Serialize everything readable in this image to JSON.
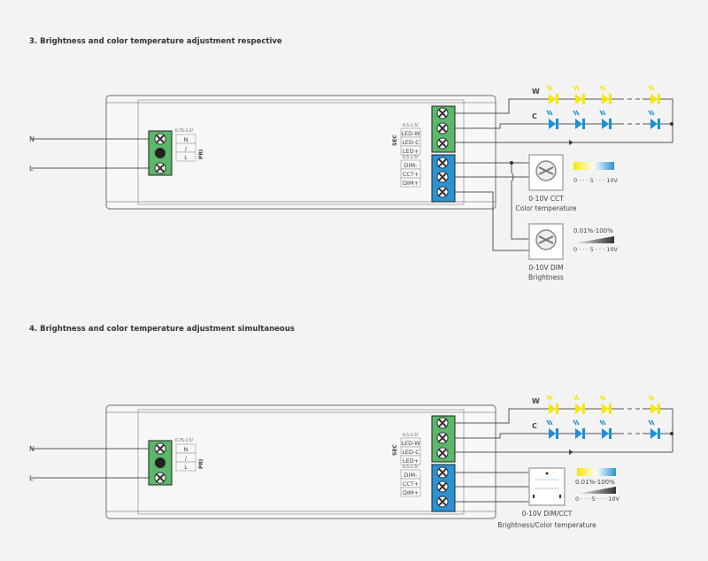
{
  "sections": [
    {
      "title": "3. Brightness and color temperature adjustment respective",
      "input": {
        "n": "N",
        "l": "L",
        "wire_gauge": "0.75-1.5²",
        "terminals": [
          "N",
          "/",
          "L"
        ],
        "side_label": "PRI"
      },
      "output": {
        "led_gauge": "0.5-1.5²",
        "led_terminals": [
          "LED-W",
          "LED-C",
          "LED+"
        ],
        "side_label": "SEC",
        "dim_gauge": "0.5-1.5²",
        "dim_terminals": [
          "DIM-",
          "CCT+",
          "DIM+"
        ]
      },
      "leds": {
        "w_label": "W",
        "c_label": "C"
      },
      "controllers": [
        {
          "scale_top": "",
          "scale": "0 · · · 5 · · · 10V",
          "bar": "cct",
          "name": "0-10V CCT",
          "caption": "Color temperature"
        },
        {
          "scale_top": "0.01%-100%",
          "scale": "0 · · · 5 · · · 10V",
          "bar": "dim",
          "name": "0-10V DIM",
          "caption": "Brightness"
        }
      ]
    },
    {
      "title": "4. Brightness and color temperature adjustment simultaneous",
      "input": {
        "n": "N",
        "l": "L",
        "wire_gauge": "0.75-1.5²",
        "terminals": [
          "N",
          "/",
          "L"
        ],
        "side_label": "PRI"
      },
      "output": {
        "led_gauge": "0.5-1.5²",
        "led_terminals": [
          "LED-W",
          "LED-C",
          "LED+"
        ],
        "side_label": "SEC",
        "dim_gauge": "0.5-1.5²",
        "dim_terminals": [
          "DIM-",
          "CCT+",
          "DIM+"
        ]
      },
      "leds": {
        "w_label": "W",
        "c_label": "C"
      },
      "controllers": [
        {
          "scale_top": "0.01%-100%",
          "scale": "0 · · · 5 · · · 10V",
          "bar": "both",
          "name": "0-10V DIM/CCT",
          "caption": "Brightness/Color temperature"
        }
      ]
    }
  ],
  "colors": {
    "green": "#5bb86a",
    "blue": "#2a93d5",
    "yellow": "#f7e600",
    "led_blue": "#1c8fd8",
    "line": "#555555"
  }
}
